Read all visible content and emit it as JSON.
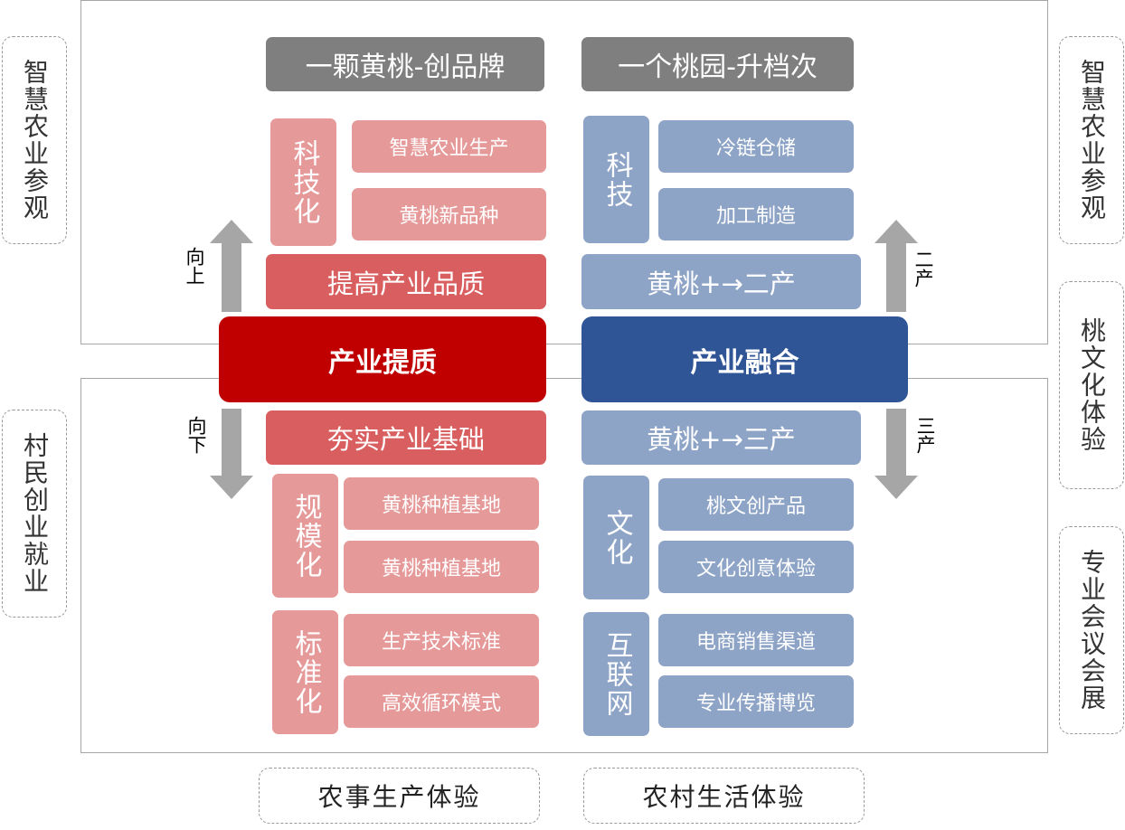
{
  "top_titles": {
    "left": "一颗黄桃-创品牌",
    "right": "一个桃园-升档次"
  },
  "core": {
    "left": "产业提质",
    "right": "产业融合"
  },
  "left_upper": {
    "category": "科技化",
    "items": [
      "智慧农业生产",
      "黄桃新品种"
    ],
    "bar": "提高产业品质"
  },
  "left_lower": {
    "bar": "夯实产业基础",
    "group1": {
      "category": "规模化",
      "items": [
        "黄桃种植基地",
        "黄桃种植基地"
      ]
    },
    "group2": {
      "category": "标准化",
      "items": [
        "生产技术标准",
        "高效循环模式"
      ]
    }
  },
  "right_upper": {
    "category": "科技",
    "items": [
      "冷链仓储",
      "加工制造"
    ],
    "bar": "黄桃+→二产"
  },
  "right_lower": {
    "bar": "黄桃+→三产",
    "group1": {
      "category": "文化",
      "items": [
        "桃文创产品",
        "文化创意体验"
      ]
    },
    "group2": {
      "category": "互联网",
      "items": [
        "电商销售渠道",
        "专业传播博览"
      ]
    }
  },
  "arrows": {
    "left_up": "向上",
    "left_down": "向下",
    "right_up": "二产",
    "right_down": "三产"
  },
  "side_left": [
    "智慧农业参观",
    "村民创业就业"
  ],
  "side_right": [
    "智慧农业参观",
    "桃文化体验",
    "专业会议会展"
  ],
  "bottom": [
    "农事生产体验",
    "农村生活体验"
  ],
  "colors": {
    "grey": "#7f7f7f",
    "pink": "#e69999",
    "red_bar": "#d85e5f",
    "core_red": "#c00000",
    "blue": "#8ea4c7",
    "core_blue": "#2f5597",
    "arrow": "#a6a6a6"
  }
}
